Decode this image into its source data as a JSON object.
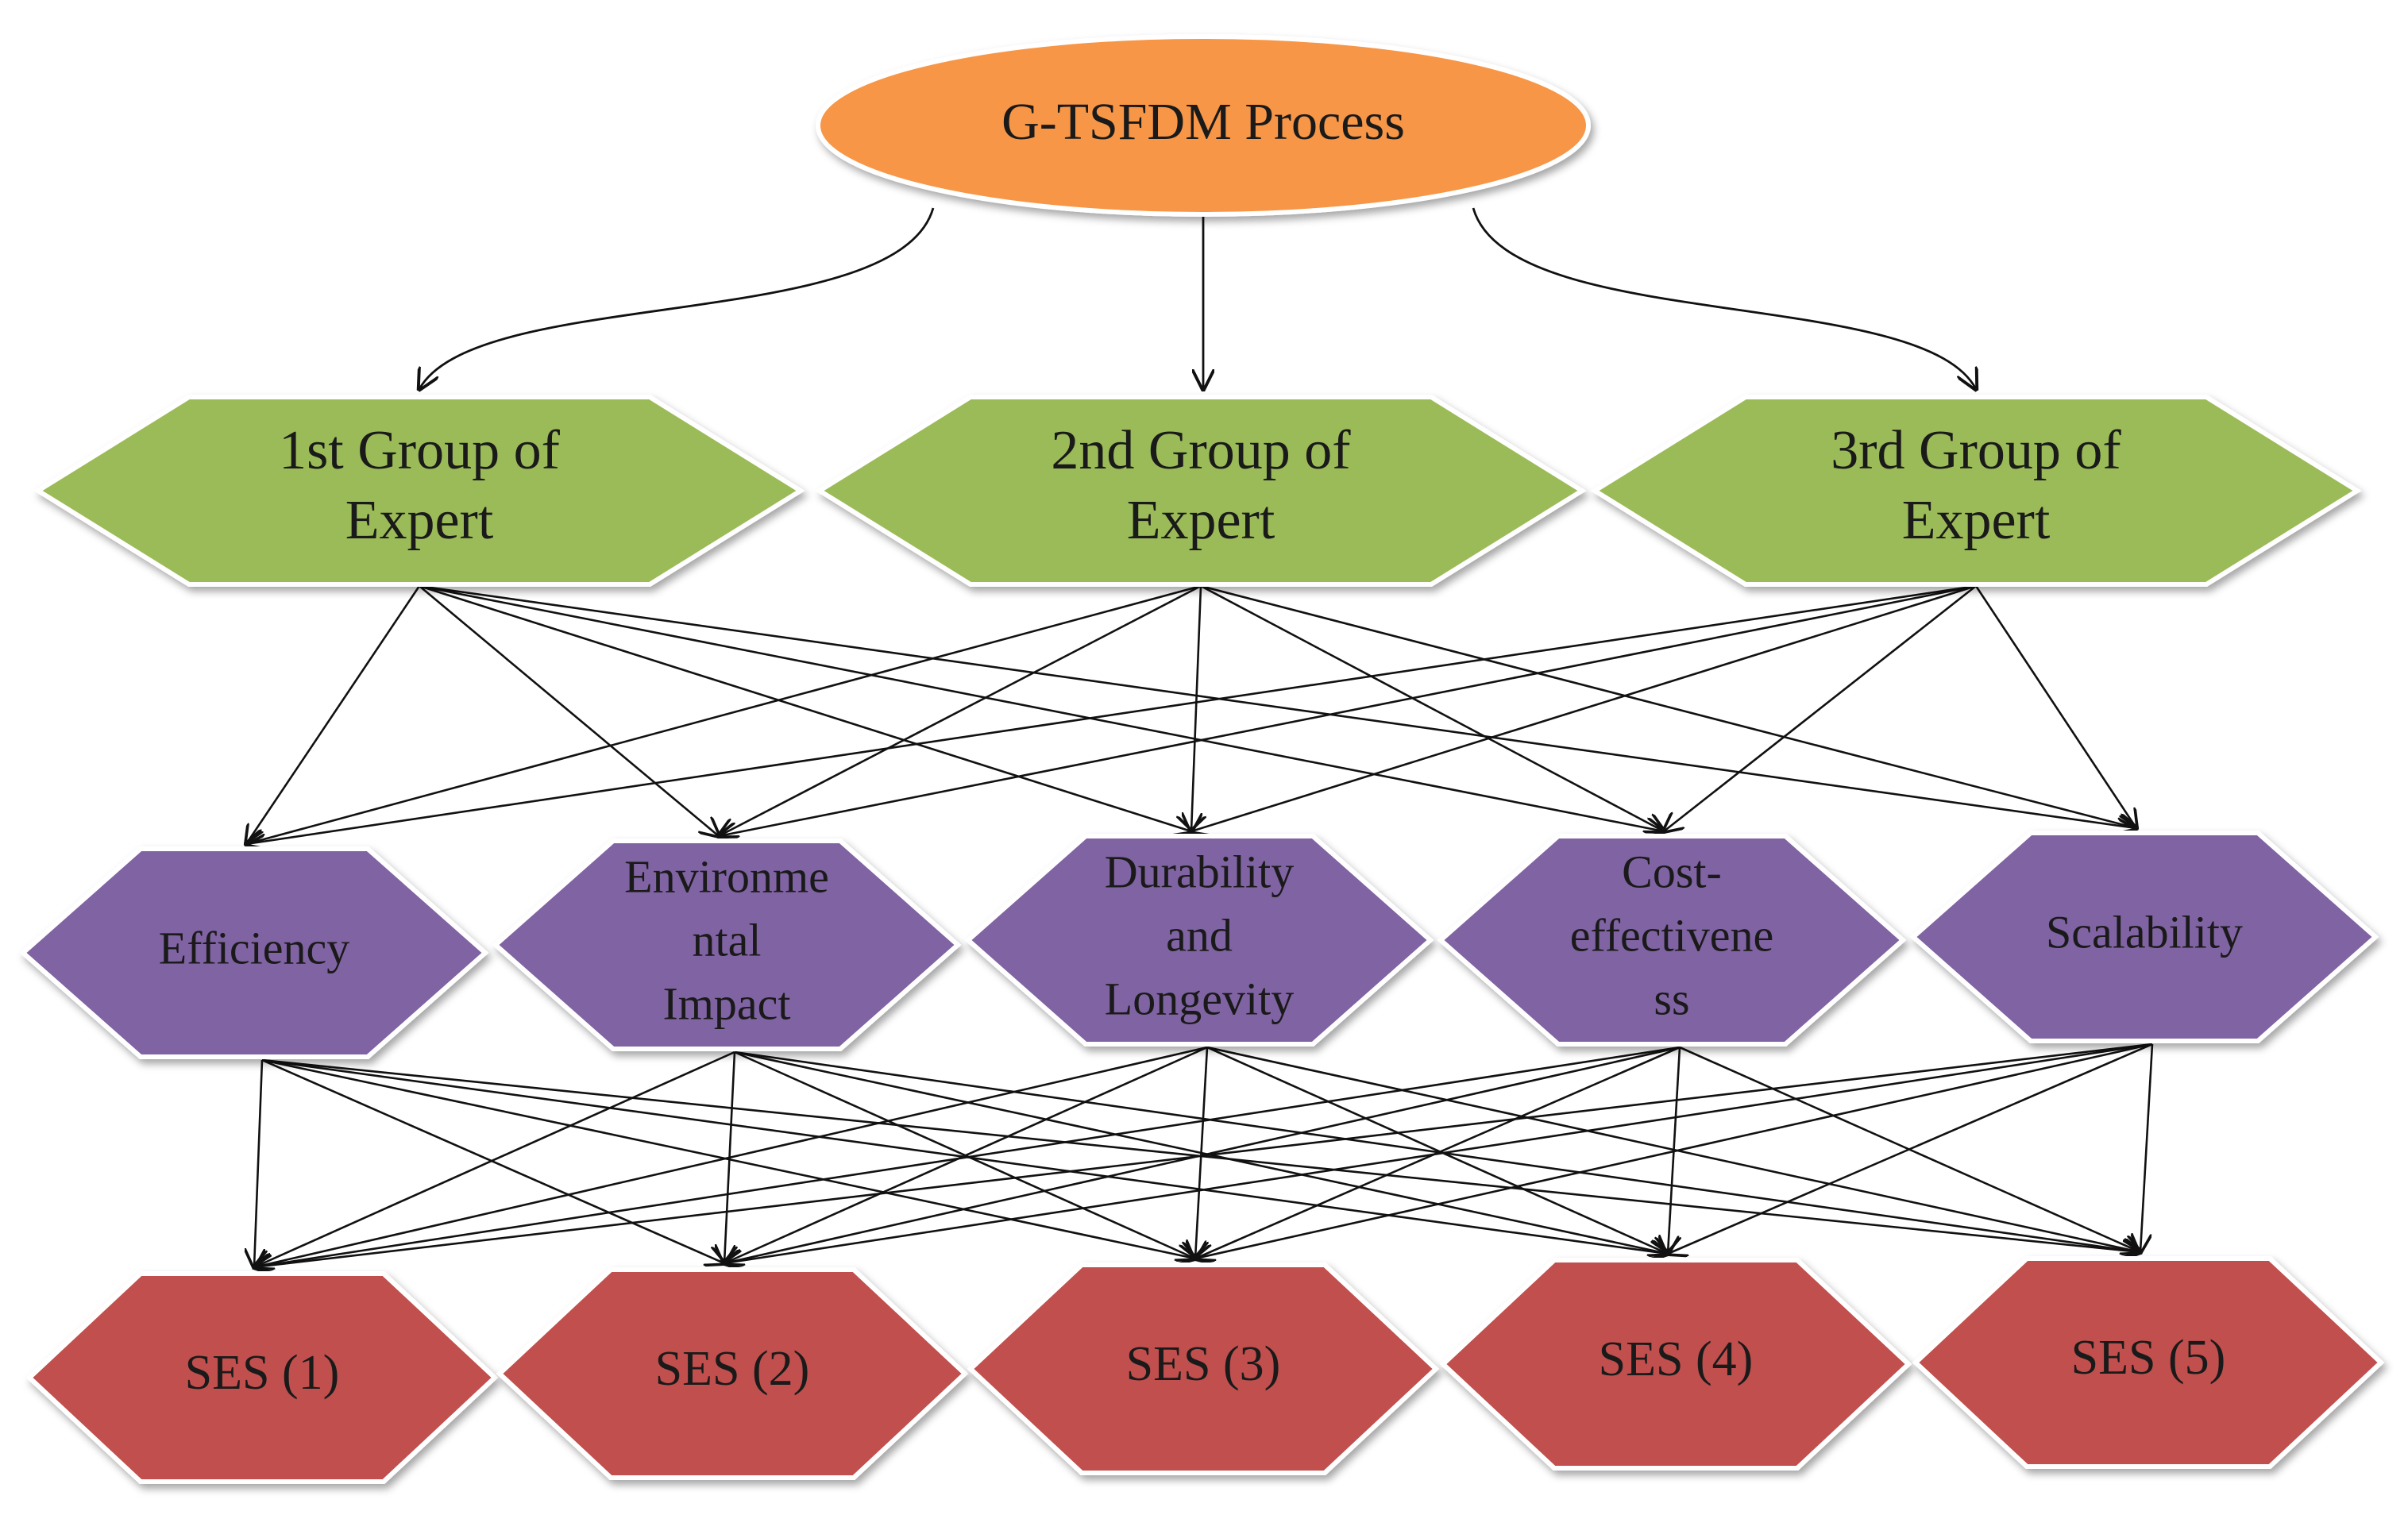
{
  "root": {
    "label": "G-TSFDM Process",
    "color": "#F79646"
  },
  "experts": {
    "color": "#9BBB59",
    "items": [
      {
        "line1": "1st Group of",
        "line2": "Expert"
      },
      {
        "line1": "2nd Group of",
        "line2": "Expert"
      },
      {
        "line1": "3rd Group of",
        "line2": "Expert"
      }
    ]
  },
  "criteria": {
    "color": "#8064A2",
    "items": [
      {
        "lines": [
          "Efficiency"
        ]
      },
      {
        "lines": [
          "Environme",
          "ntal",
          "Impact"
        ]
      },
      {
        "lines": [
          "Durability",
          "and",
          "Longevity"
        ]
      },
      {
        "lines": [
          "Cost-",
          "effectivene",
          "ss"
        ]
      },
      {
        "lines": [
          "Scalability"
        ]
      }
    ]
  },
  "alternatives": {
    "color": "#C0504D",
    "items": [
      {
        "label": "SES (1)"
      },
      {
        "label": "SES (2)"
      },
      {
        "label": "SES (3)"
      },
      {
        "label": "SES (4)"
      },
      {
        "label": "SES (5)"
      }
    ]
  }
}
